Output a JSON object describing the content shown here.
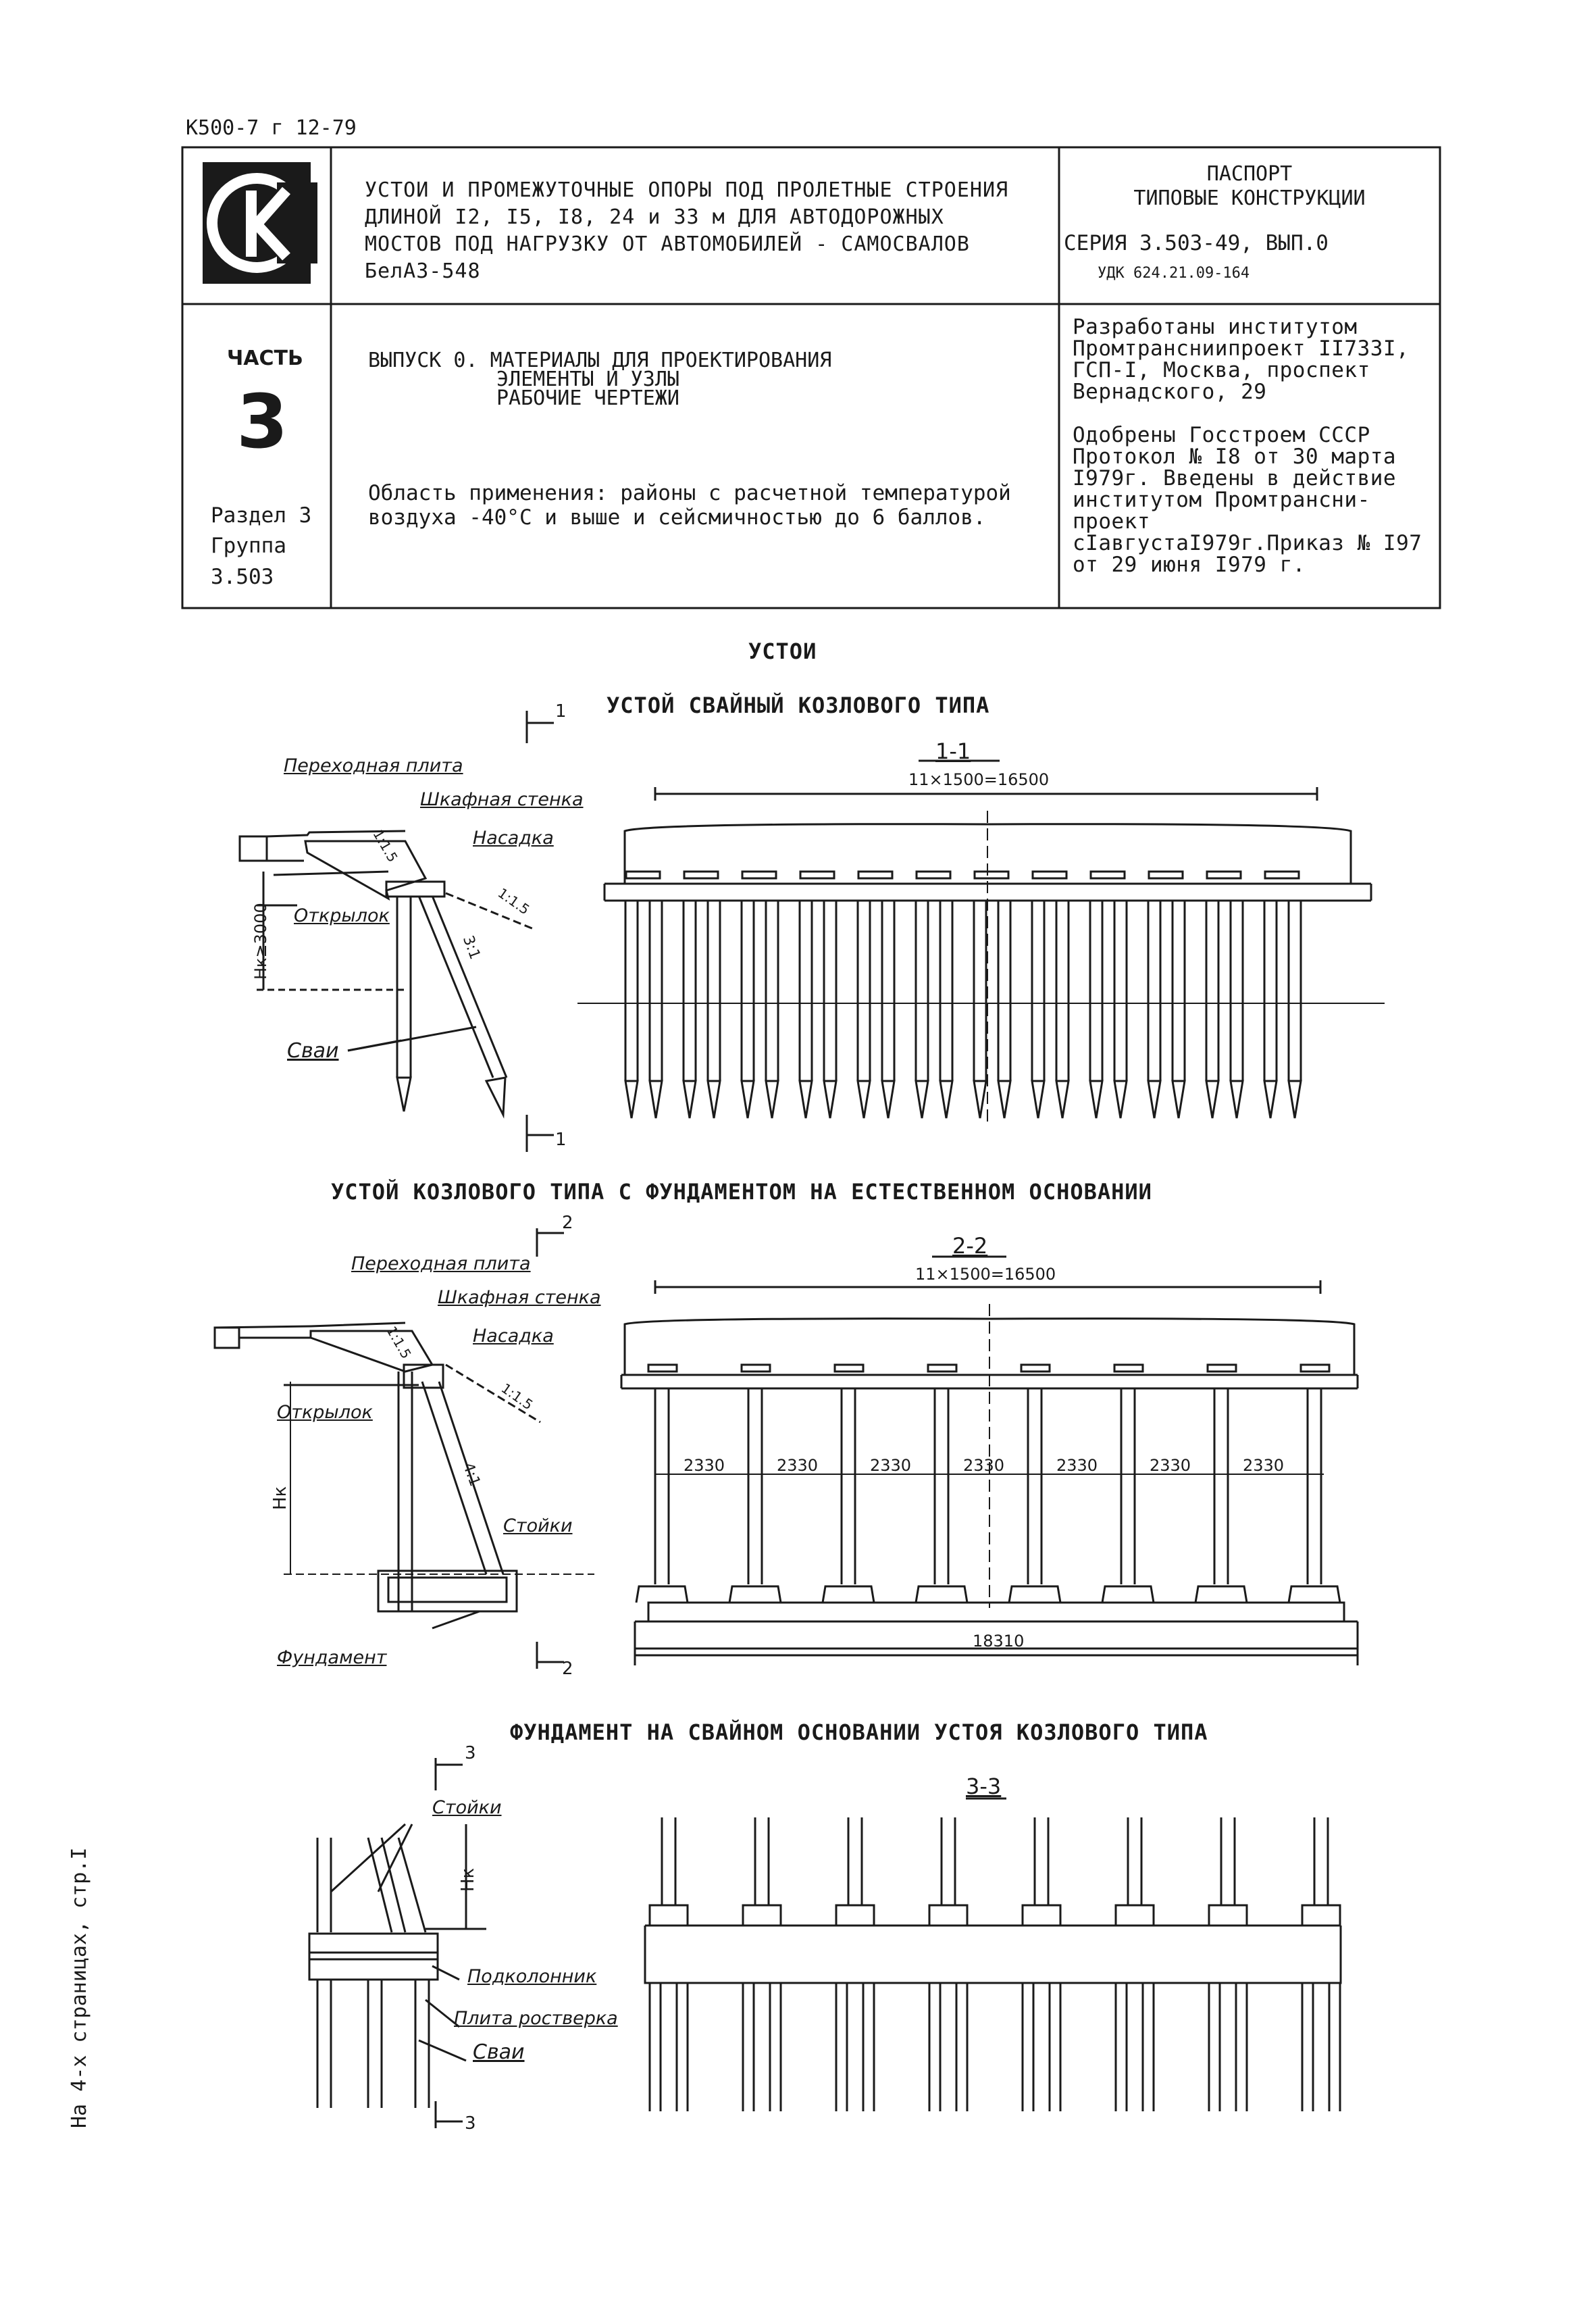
{
  "doc_code": "К500-7 г 12-79",
  "logo_letters": "СК",
  "header": {
    "title_lines": [
      "УСТОИ И ПРОМЕЖУТОЧНЫЕ ОПОРЫ ПОД ПРОЛЕТНЫЕ СТРОЕНИЯ",
      "ДЛИНОЙ I2, I5, I8, 24 и 33 м ДЛЯ АВТОДОРОЖНЫХ",
      "МОСТОВ ПОД НАГРУЗКУ ОТ АВТОМОБИЛЕЙ - САМОСВАЛОВ",
      "БелАЗ-548"
    ],
    "passport_lines": [
      "ПАСПОРТ",
      "ТИПОВЫЕ КОНСТРУКЦИИ"
    ],
    "series": "СЕРИЯ 3.503-49, ВЫП.0",
    "udk": "УДК 624.21.09-164",
    "part_label": "ЧАСТЬ",
    "part_number": "3",
    "section": "Раздел 3",
    "group": "Группа",
    "group_number": "3.503",
    "issue_lines": [
      "ВЫПУСК 0. МАТЕРИАЛЫ ДЛЯ ПРОЕКТИРОВАНИЯ",
      "ЭЛЕМЕНТЫ И УЗЛЫ",
      "РАБОЧИЕ ЧЕРТЕЖИ"
    ],
    "scope_lines": [
      "Область применения: районы с расчетной температурой",
      "воздуха -40°С и выше и сейсмичностью до 6 баллов."
    ],
    "developer_lines": [
      "Разработаны институтом",
      "Промтрансниипроект II733I,",
      "ГСП-I, Москва, проспект",
      "Вернадского, 29"
    ],
    "approval_lines": [
      "Одобрены Госстроем СССР",
      "Протокол № I8 от 30 марта",
      "I979г.  Введены в действие",
      "институтом Промтрансни-",
      "проект",
      "сIавгустаI979г.Приказ № I97",
      "от 29 июня I979 г."
    ]
  },
  "side_note": "На 4-х страницах, стр.I",
  "section_title": "УСТОИ",
  "drawing1": {
    "title": "УСТОЙ СВАЙНЫЙ КОЗЛОВОГО ТИПА",
    "section_label": "1-1",
    "cut_mark": "1",
    "span_dim": "11×1500=16500",
    "labels": {
      "transition_slab": "Переходная плита",
      "back_wall": "Шкафная стенка",
      "cap": "Насадка",
      "wing": "Открылок",
      "piles": "Сваи",
      "slope_a": "1:1.5",
      "slope_b": "1:1.5",
      "batter": "3:1",
      "height": "Hк≥3000"
    }
  },
  "drawing2": {
    "title": "УСТОЙ КОЗЛОВОГО ТИПА С ФУНДАМЕНТОМ НА ЕСТЕСТВЕННОМ ОСНОВАНИИ",
    "section_label": "2-2",
    "cut_mark": "2",
    "span_dim": "11×1500=16500",
    "bay_dims": [
      "2330",
      "2330",
      "2330",
      "2330",
      "2330",
      "2330",
      "2330"
    ],
    "total_dim": "18310",
    "labels": {
      "transition_slab": "Переходная плита",
      "back_wall": "Шкафная стенка",
      "cap": "Насадка",
      "wing": "Открылок",
      "posts": "Стойки",
      "foundation": "Фундамент",
      "slope_a": "1:1.5",
      "slope_b": "1:1.5",
      "batter": "4:1",
      "height": "Hк"
    }
  },
  "drawing3": {
    "title": "ФУНДАМЕНТ НА СВАЙНОМ ОСНОВАНИИ УСТОЯ КОЗЛОВОГО ТИПА",
    "section_label": "3-3",
    "cut_mark": "3",
    "labels": {
      "posts": "Стойки",
      "column_base": "Подколонник",
      "grillage": "Плита ростверка",
      "piles": "Сваи",
      "height": "Hк"
    }
  }
}
